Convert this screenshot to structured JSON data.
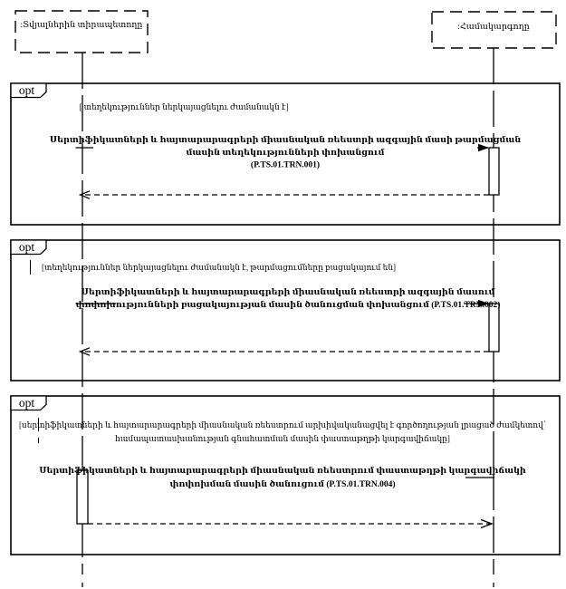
{
  "actors": {
    "left": ":Տվյալներին տիրապետողը",
    "right": ":Համակարգողը"
  },
  "fragments": [
    {
      "operator": "opt",
      "guard": [
        "[ տեղեկություններ ներկայացնելու ժամանակն է]"
      ],
      "message": [
        "Սերտիֆիկատների և հայտարարագրերի միասնական ռեեստրի ազգային մասի թարմացման",
        "մասին տեղեկությունների փոխանցում",
        "(P.TS.01.TRN.001)"
      ]
    },
    {
      "operator": "opt",
      "guard": [
        "[տեղեկություններ ներկայացնելու ժամանակն է, թարմացումները բացակայում են]"
      ],
      "message": [
        "Սերտիֆիկատների և հայտարարագրերի միասնական ռեեստրի ազգային մասում",
        "փոփոխությունների բացակայության մասին ծանուցման փոխանցում (P.TS.01.TRN.002)"
      ]
    },
    {
      "operator": "opt",
      "guard": [
        "[սերտիֆիկատների և հայտարարագրերի միասնական ռեեստրում արխիվականացվել է գործողության լրացած ժամկետով՝",
        "համապատասխանության գնահատման մասին փաստաթղթի կարգավիճակը]"
      ],
      "message": [
        "Սերտիֆիկատների և հայտարարագրերի միասնական ռեեստրում փաստաթղթի կարգավիճակի",
        "փոփոխման մասին ծանուցում (P.TS.01.TRN.004)"
      ]
    }
  ],
  "colors": {
    "ink": "#000000",
    "paper": "#ffffff"
  }
}
